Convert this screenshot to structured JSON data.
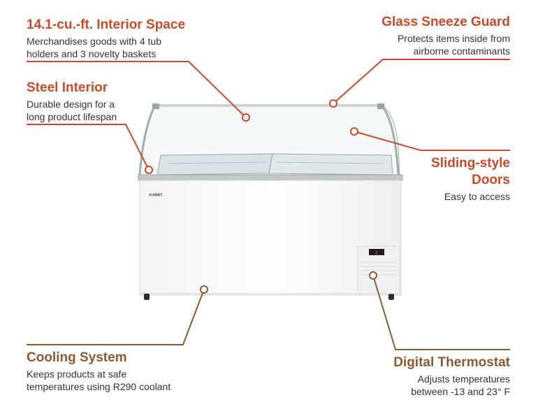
{
  "colors": {
    "accent_red": "#c84a2a",
    "accent_brown": "#8a5a35",
    "text": "#333333"
  },
  "callouts": {
    "interior_space": {
      "title": "14.1-cu.-ft. Interior Space",
      "line1": "Merchandises goods with 4 tub",
      "line2": "holders and 3 novelty baskets"
    },
    "steel_interior": {
      "title": "Steel Interior",
      "line1": "Durable design for a",
      "line2": "long product lifespan"
    },
    "sneeze_guard": {
      "title": "Glass Sneeze Guard",
      "line1": "Protects items inside from",
      "line2": "airborne contaminants"
    },
    "sliding_doors": {
      "title_line1": "Sliding-style",
      "title_line2": "Doors",
      "line1": "Easy to access"
    },
    "cooling": {
      "title": "Cooling System",
      "line1": "Keeps products at safe",
      "line2": "temperatures using R290 coolant"
    },
    "thermostat": {
      "title": "Digital Thermostat",
      "line1": "Adjusts temperatures",
      "line2": "between -13 and 23° F"
    }
  },
  "product": {
    "brand_badge": "SUMMIT",
    "display_readout": "6"
  }
}
